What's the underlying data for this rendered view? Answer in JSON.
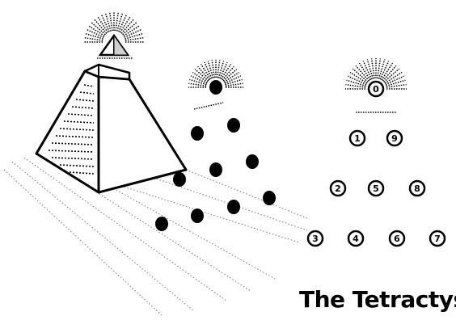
{
  "title": "The Tetractys",
  "numbers": {
    "apex": "0",
    "row2": [
      "1",
      "9"
    ],
    "row3": [
      "2",
      "5",
      "8"
    ],
    "row4": [
      "3",
      "4",
      "6",
      "7"
    ]
  },
  "colors": {
    "ink": "#000000",
    "background": "#ffffff",
    "pyramid_left_face": "#ffffff",
    "pyramid_right_face": "#ffffff"
  }
}
